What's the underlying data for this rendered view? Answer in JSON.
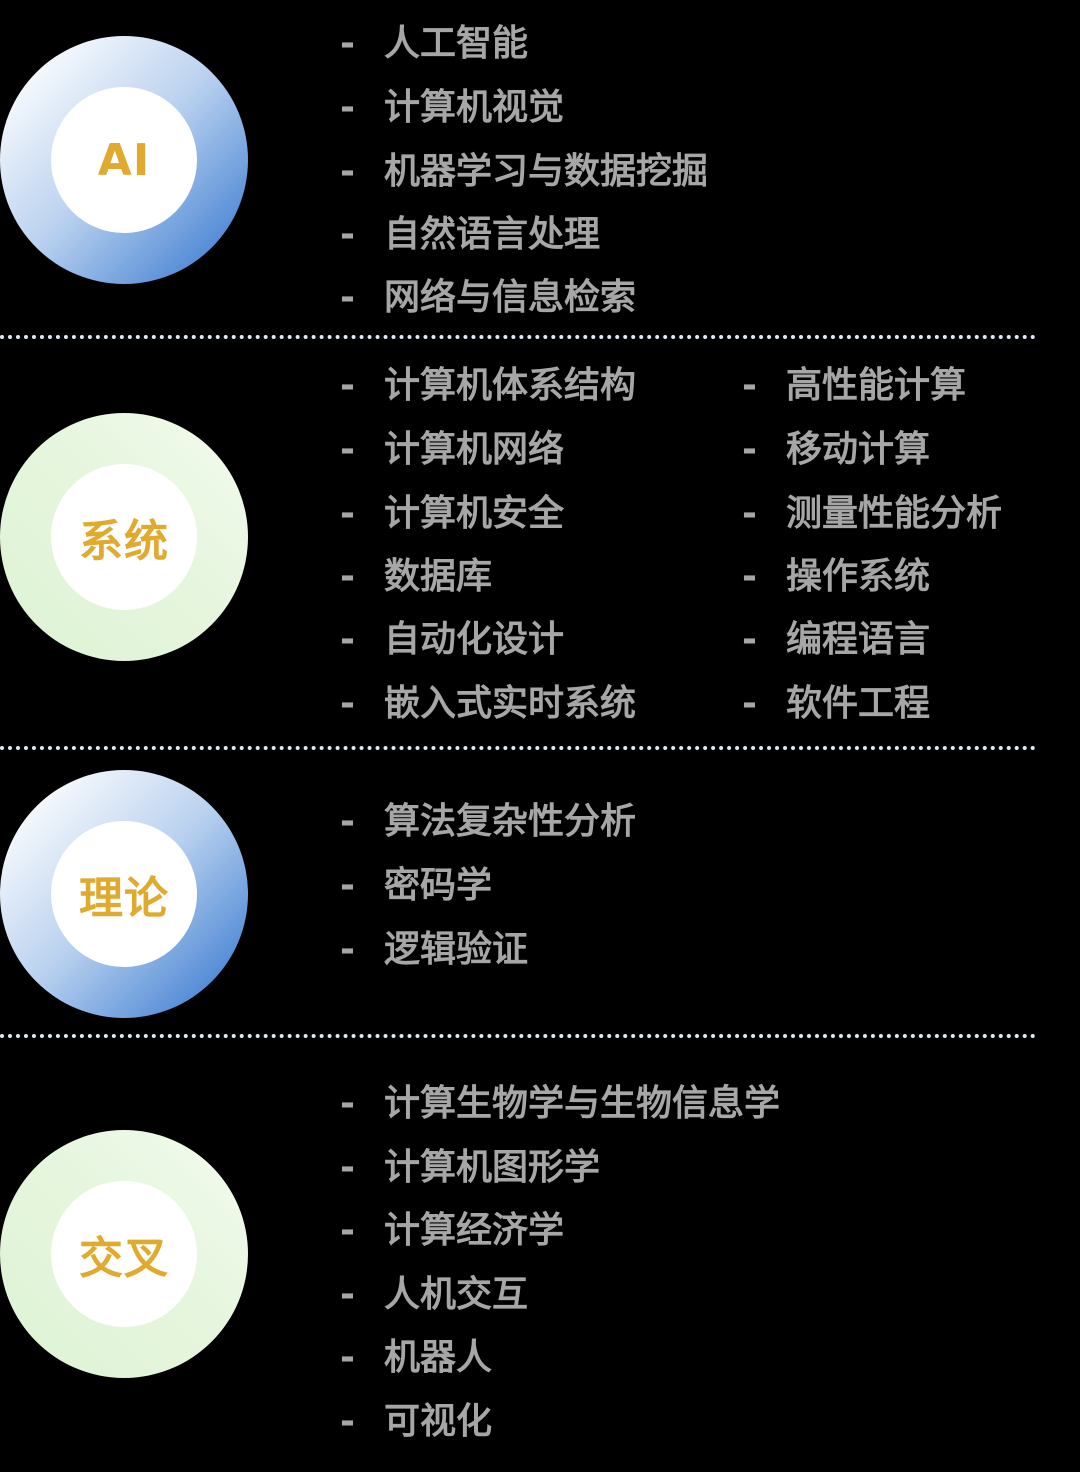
{
  "sections": [
    {
      "label": "AI",
      "items": [
        "人工智能",
        "计算机视觉",
        "机器学习与数据挖掘",
        "自然语言处理",
        "网络与信息检索"
      ]
    },
    {
      "label": "系统",
      "items_left": [
        "计算机体系结构",
        "计算机网络",
        "计算机安全",
        "数据库",
        "自动化设计",
        "嵌入式实时系统"
      ],
      "items_right": [
        "高性能计算",
        "移动计算",
        "测量性能分析",
        "操作系统",
        "编程语言",
        "软件工程"
      ]
    },
    {
      "label": "理论",
      "items": [
        "算法复杂性分析",
        "密码学",
        "逻辑验证"
      ]
    },
    {
      "label": "交叉",
      "items": [
        "计算生物学与生物信息学",
        "计算机图形学",
        "计算经济学",
        "人机交互",
        "机器人",
        "可视化"
      ]
    }
  ],
  "bullet": "-",
  "colors": {
    "label": "#e0aa2e",
    "item_text": "#a6a6a6",
    "blue_ring_end": "#3a7bd0",
    "green_ring": "#e2f4da",
    "divider": "#dfe8f5"
  }
}
